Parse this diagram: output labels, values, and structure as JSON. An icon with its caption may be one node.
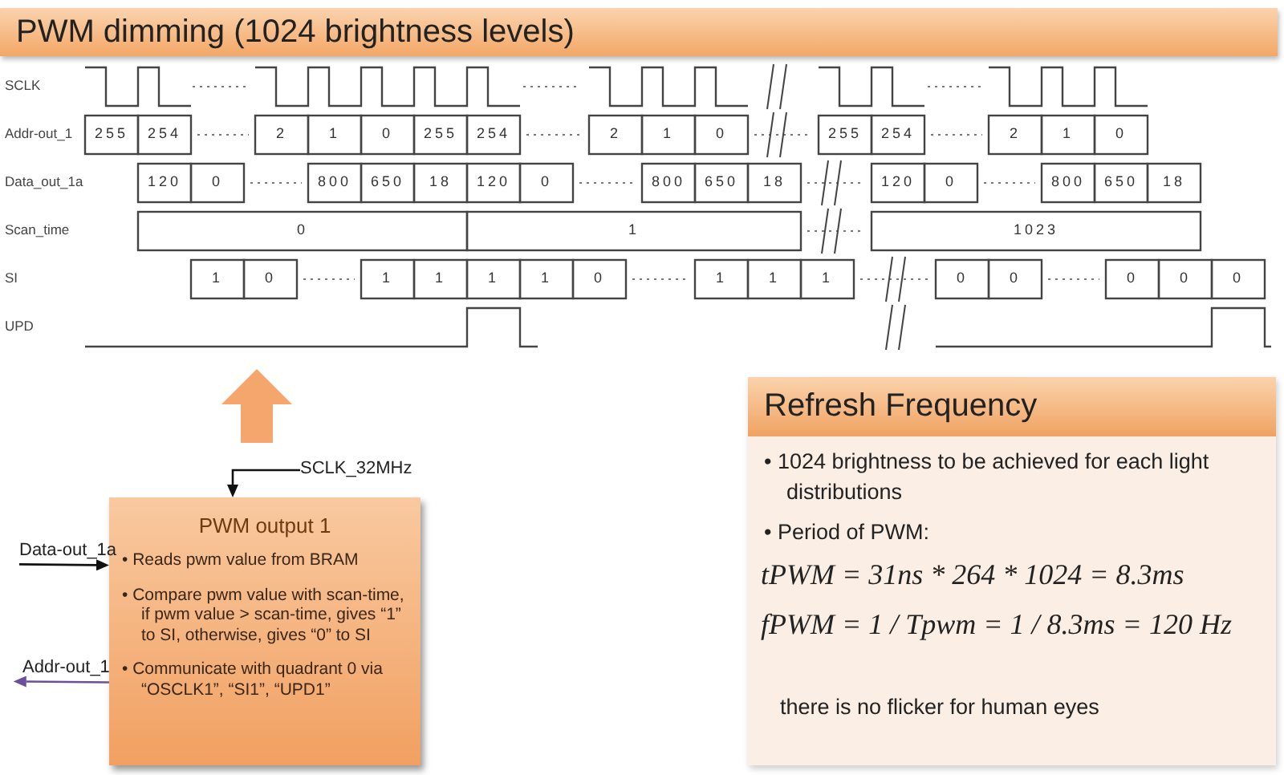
{
  "diagram": {
    "title": "PWM dimming (1024 brightness levels)",
    "nodes": [
      {
        "text": [
          "PWM output 1",
          "• Reads pwm value from BRAM",
          "• Compare pwm value with scan-time, if pwm value > scan-time, gives “1” to SI, otherwise, gives “0” to SI",
          "• Communicate with quadrant 0 via “OSCLK1”, “SI1”, “UPD1”"
        ]
      },
      {
        "text": [
          "Refresh Frequency",
          "• 1024 brightness to be achieved for each light distributions",
          "• Period of PWM:",
          "tPWM = 31ns * 264 * 1024 = 8.3ms",
          "fPWM = 1 / Tpwm = 1 / 8.3ms = 120 Hz",
          "there is no flicker for human eyes"
        ]
      },
      {
        "text": [
          "SCLK_32MHz"
        ]
      },
      {
        "text": [
          "Data-out_1a"
        ]
      },
      {
        "text": [
          "Addr-out_1"
        ]
      }
    ],
    "edges": [
      {
        "from": 2,
        "to": 0,
        "arrow": "to"
      },
      {
        "from": 3,
        "to": 0,
        "arrow": "to"
      },
      {
        "from": 0,
        "to": 4,
        "arrow": "to",
        "color": "#6b4f9e"
      }
    ],
    "labels": [
      "SCLK",
      "Addr-out_1",
      "255",
      "254",
      "2",
      "1",
      "0",
      "255",
      "254",
      "2",
      "1",
      "0",
      "255",
      "254",
      "2",
      "1",
      "0",
      "Data_out_1a",
      "120",
      "0",
      "800",
      "650",
      "18",
      "120",
      "0",
      "800",
      "650",
      "18",
      "120",
      "0",
      "800",
      "650",
      "18",
      "Scan_time",
      "0",
      "1",
      "1023",
      "SI",
      "1",
      "0",
      "1",
      "1",
      "1",
      "1",
      "0",
      "1",
      "1",
      "1",
      "0",
      "0",
      "0",
      "0",
      "0",
      "UPD"
    ]
  }
}
